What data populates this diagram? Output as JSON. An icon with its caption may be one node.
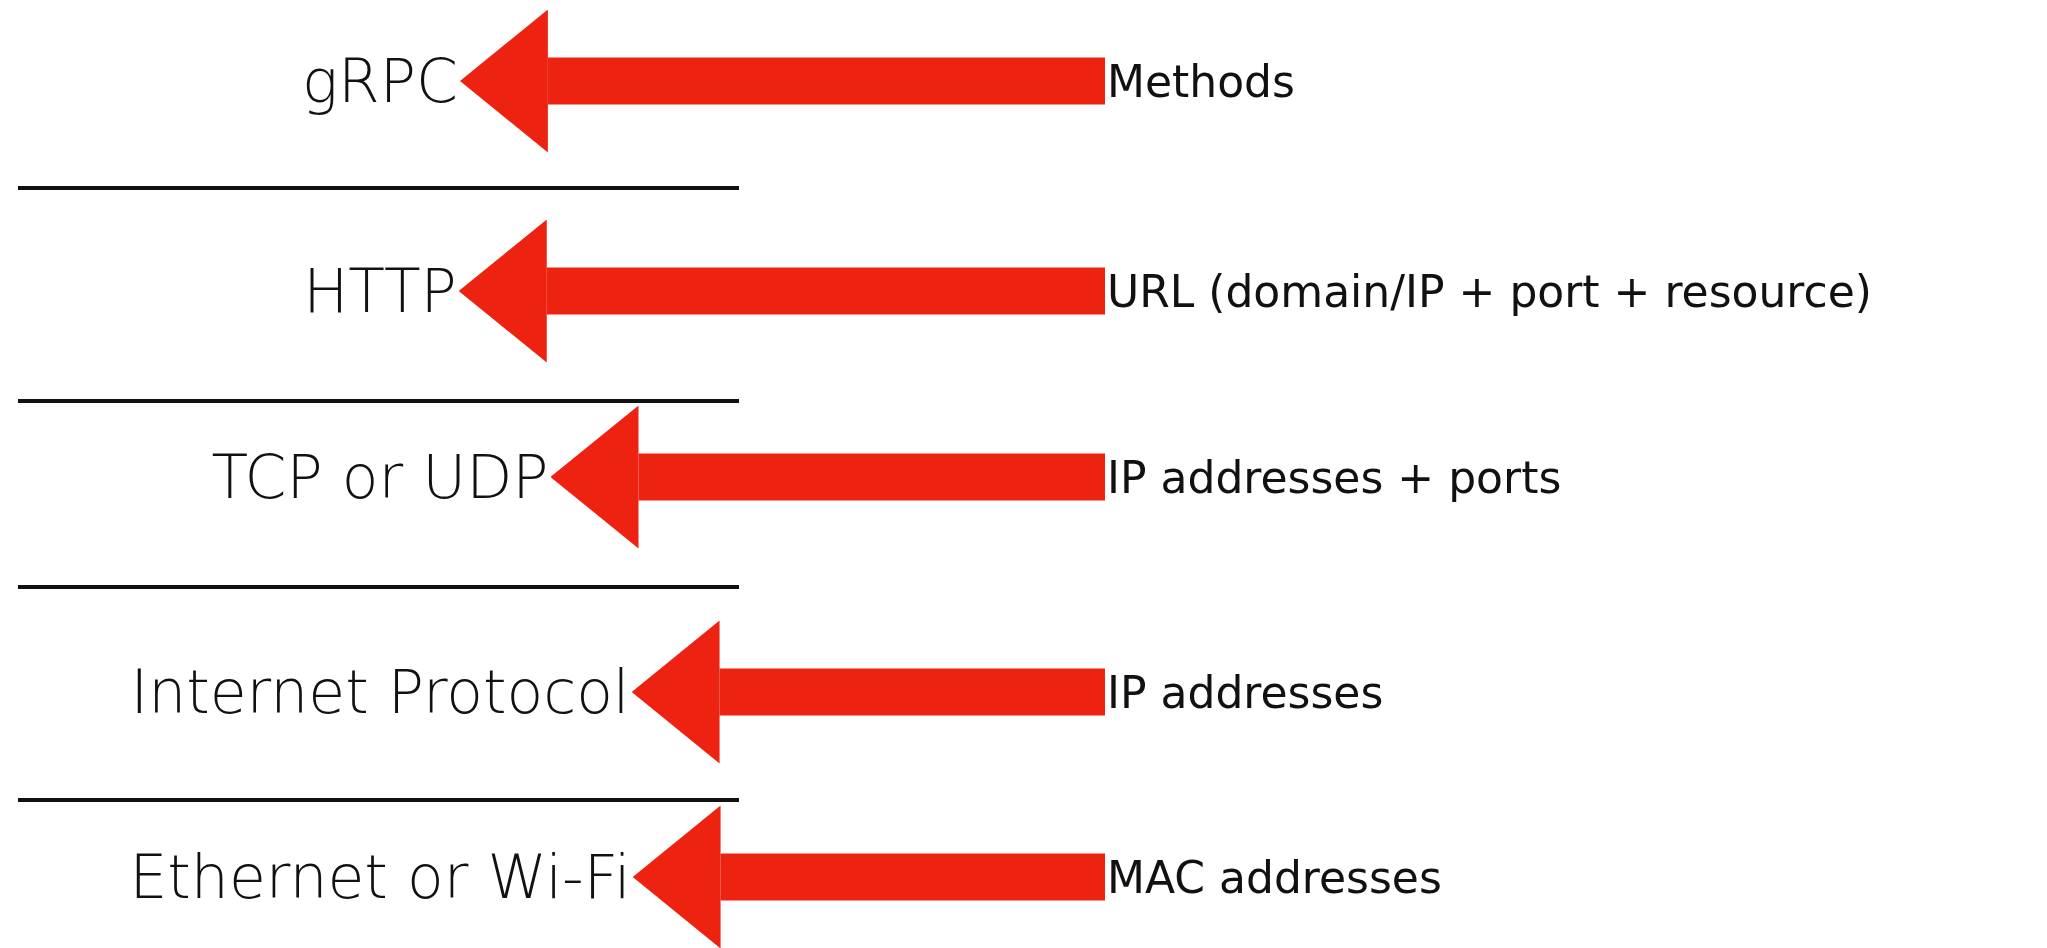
{
  "diagram": {
    "nodes": [
      {
        "text": [
          "gRPC"
        ]
      },
      {
        "text": [
          "HTTP"
        ]
      },
      {
        "text": [
          "TCP or UDP"
        ]
      },
      {
        "text": [
          "Internet Protocol"
        ]
      },
      {
        "text": [
          "Ethernet or Wi-Fi"
        ]
      },
      {
        "text": [
          "Methods"
        ]
      },
      {
        "text": [
          "URL (domain/IP + port + resource)"
        ]
      },
      {
        "text": [
          "IP addresses + ports"
        ]
      },
      {
        "text": [
          "IP addresses"
        ]
      },
      {
        "text": [
          "MAC addresses"
        ]
      }
    ],
    "edges": [
      {
        "from": 5,
        "to": 0,
        "arrow": "to"
      },
      {
        "from": 6,
        "to": 1,
        "arrow": "to"
      },
      {
        "from": 7,
        "to": 2,
        "arrow": "to"
      },
      {
        "from": 8,
        "to": 3,
        "arrow": "to"
      },
      {
        "from": 9,
        "to": 4,
        "arrow": "to"
      }
    ]
  }
}
